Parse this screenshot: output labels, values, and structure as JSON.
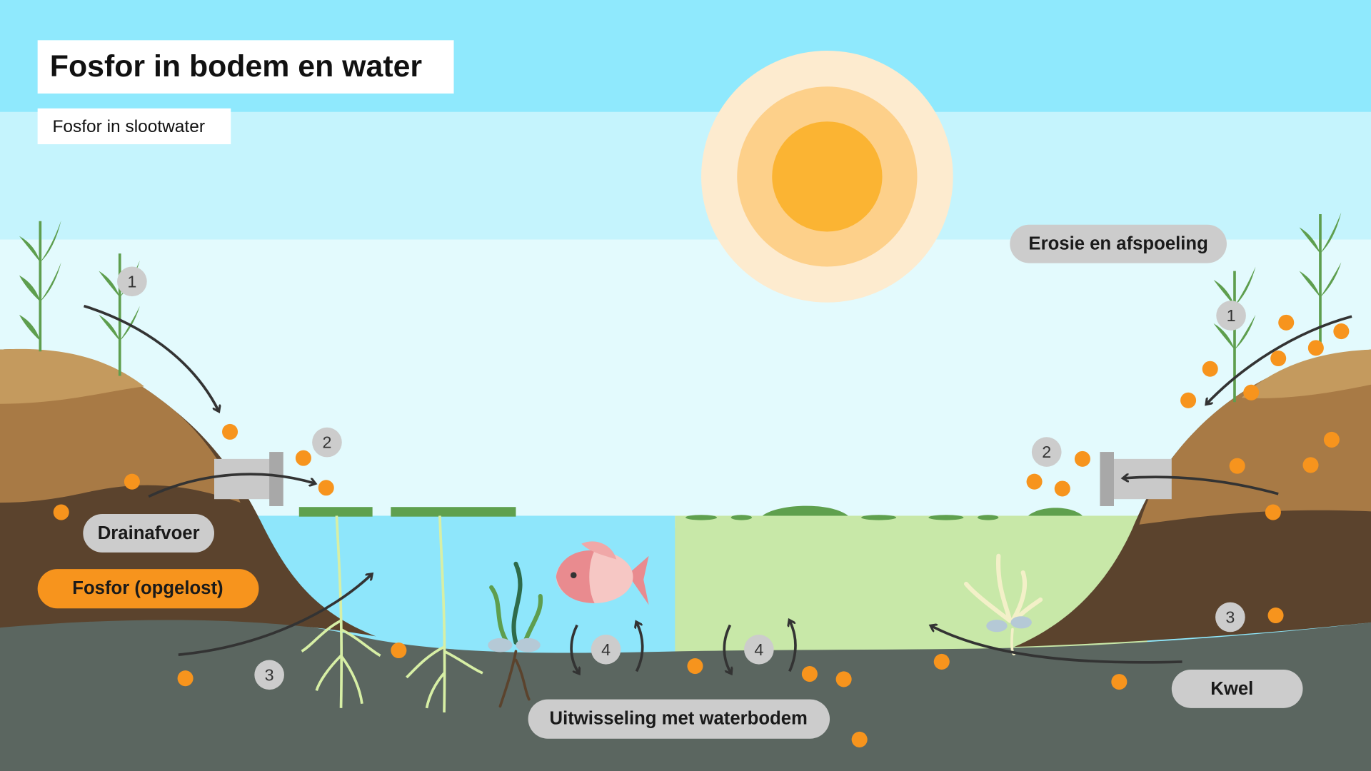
{
  "title": "Fosfor in bodem en water",
  "subtitle": "Fosfor in slootwater",
  "labels": {
    "drainage": "Drainafvoer",
    "dissolved": "Fosfor (opgelost)",
    "erosion": "Erosie en afspoeling",
    "seepage": "Kwel",
    "exchange": "Uitwisseling met waterbodem"
  },
  "badges": [
    "1",
    "2",
    "3",
    "4",
    "4",
    "1",
    "2",
    "3"
  ],
  "colors": {
    "phosphorus": "#F7941D",
    "label": "#CCCCCC",
    "sky": "#8FE9FD",
    "water_clear": "#8EE6FB",
    "water_algae": "#C8E8A8",
    "sun": "#FBB433"
  }
}
